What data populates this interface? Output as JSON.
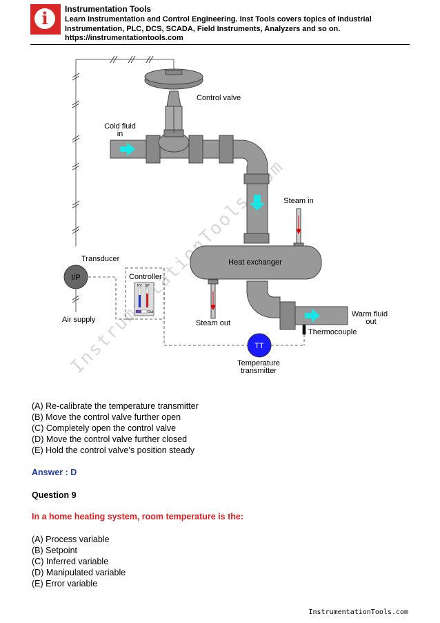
{
  "header": {
    "title": "Instrumentation Tools",
    "description": "Learn Instrumentation and Control Engineering. Inst Tools covers topics of Industrial Instrumentation, PLC, DCS, SCADA, Field Instruments, Analyzers and so on.",
    "url": "https://instrumentationtools.com",
    "logo_icon": "info-icon",
    "brand_color": "#d92626"
  },
  "diagram": {
    "control_valve": "Control valve",
    "cold_fluid": [
      "Cold fluid",
      "in"
    ],
    "steam_in": "Steam in",
    "heat_exchanger": "Heat exchanger",
    "transducer": "Transducer",
    "ip": "I/P",
    "controller": "Controller",
    "pv": "PV",
    "sp": "SP",
    "out": "Out",
    "air_supply": "Air supply",
    "steam_out": "Steam out",
    "warm_fluid": [
      "Warm fluid",
      "out"
    ],
    "thermocouple": "Thermocouple",
    "tt": "TT",
    "temperature_transmitter": [
      "Temperature",
      "transmitter"
    ],
    "watermark": "InstrumentationTools.com"
  },
  "question8_options": [
    "(A) Re-calibrate the temperature transmitter",
    "(B) Move the control valve further open",
    "(C) Completely open the control valve",
    "(D) Move the control valve further closed",
    "(E) Hold the control valve’s position steady"
  ],
  "answer": "Answer : D",
  "question9": {
    "number": "Question 9",
    "text": "In a home heating system, room temperature is the:",
    "options": [
      "(A) Process variable",
      "(B) Setpoint",
      "(C) Inferred variable",
      "(D) Manipulated variable",
      "(E) Error variable"
    ]
  },
  "footer": "InstrumentationTools.com",
  "colors": {
    "answer": "#1f3aa8",
    "question": "#e02020",
    "arrow": "#19e6e6",
    "tt": "#1a1aff"
  }
}
